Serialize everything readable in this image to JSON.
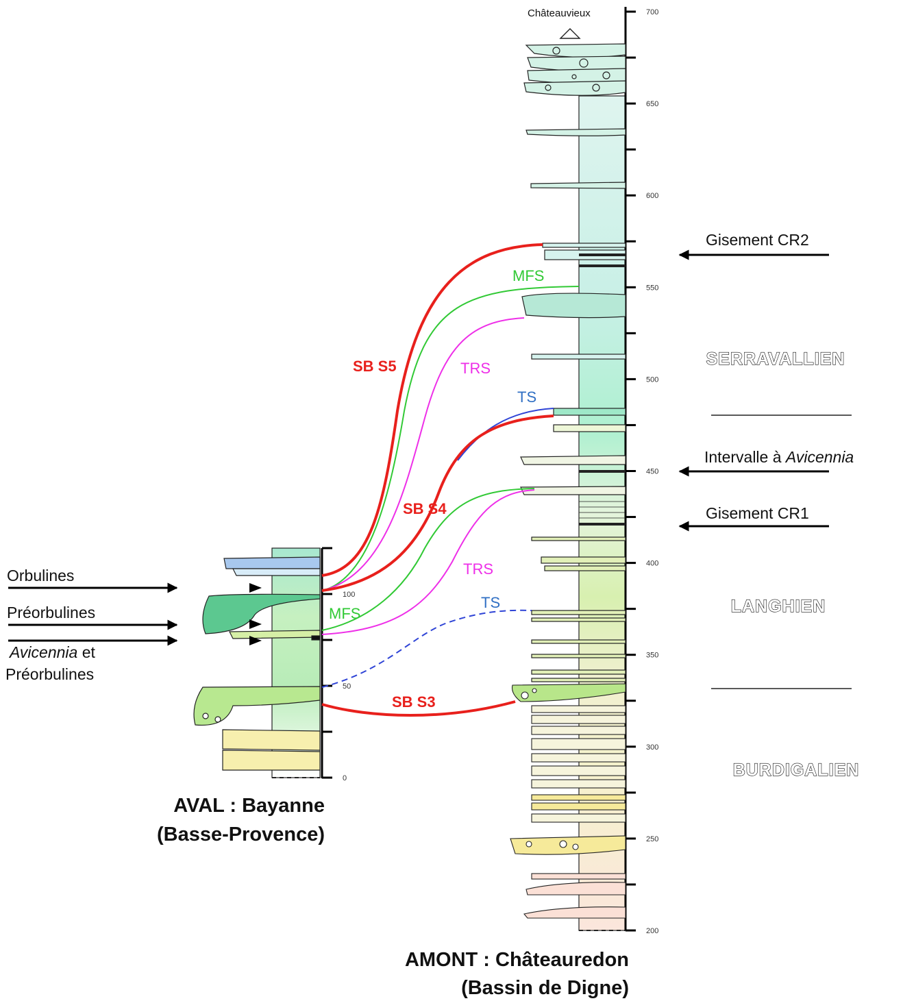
{
  "colors": {
    "sb": "#e8201c",
    "mfs": "#31c935",
    "trs": "#ee2fe8",
    "ts": "#2f44d6",
    "ts_label": "#3170c4"
  },
  "aval": {
    "title_line1": "AVAL : Bayanne",
    "title_line2": "(Basse-Provence)",
    "scale_min": 0,
    "scale_max": 125,
    "ticks": [
      {
        "value": 0,
        "label": "0"
      },
      {
        "value": 50,
        "label": "50"
      },
      {
        "value": 100,
        "label": "100"
      }
    ],
    "annotations": {
      "orbulines": "Orbulines",
      "preorbulines": "Préorbulines",
      "avicennia_italic": "Avicennia",
      "avicennia_rest": " et",
      "avicennia_line2": "Préorbulines"
    }
  },
  "amont": {
    "title_line1": "AMONT : Châteauredon",
    "title_line2": "(Bassin de Digne)",
    "top_label": "Châteauvieux",
    "scale_min": 200,
    "scale_max": 700,
    "ticks": [
      {
        "value": 200,
        "label": "200"
      },
      {
        "value": 250,
        "label": "250"
      },
      {
        "value": 300,
        "label": "300"
      },
      {
        "value": 350,
        "label": "350"
      },
      {
        "value": 400,
        "label": "400"
      },
      {
        "value": 450,
        "label": "450"
      },
      {
        "value": 500,
        "label": "500"
      },
      {
        "value": 550,
        "label": "550"
      },
      {
        "value": 600,
        "label": "600"
      },
      {
        "value": 650,
        "label": "650"
      },
      {
        "value": 700,
        "label": "700"
      }
    ],
    "annotations": {
      "cr2": "Gisement CR2",
      "avicennia_prefix": "Intervalle à ",
      "avicennia_italic": "Avicennia",
      "cr1": "Gisement CR1"
    }
  },
  "stages": {
    "serravallien": "SERRAVALLIEN",
    "langhien": "LANGHIEN",
    "burdigalien": "BURDIGALIEN"
  },
  "surfaces": {
    "sb_s5": "SB S5",
    "mfs_upper": "MFS",
    "trs_upper": "TRS",
    "ts_upper": "TS",
    "sb_s4": "SB S4",
    "trs_lower": "TRS",
    "mfs_lower": "MFS",
    "ts_lower": "TS",
    "sb_s3": "SB S3"
  }
}
